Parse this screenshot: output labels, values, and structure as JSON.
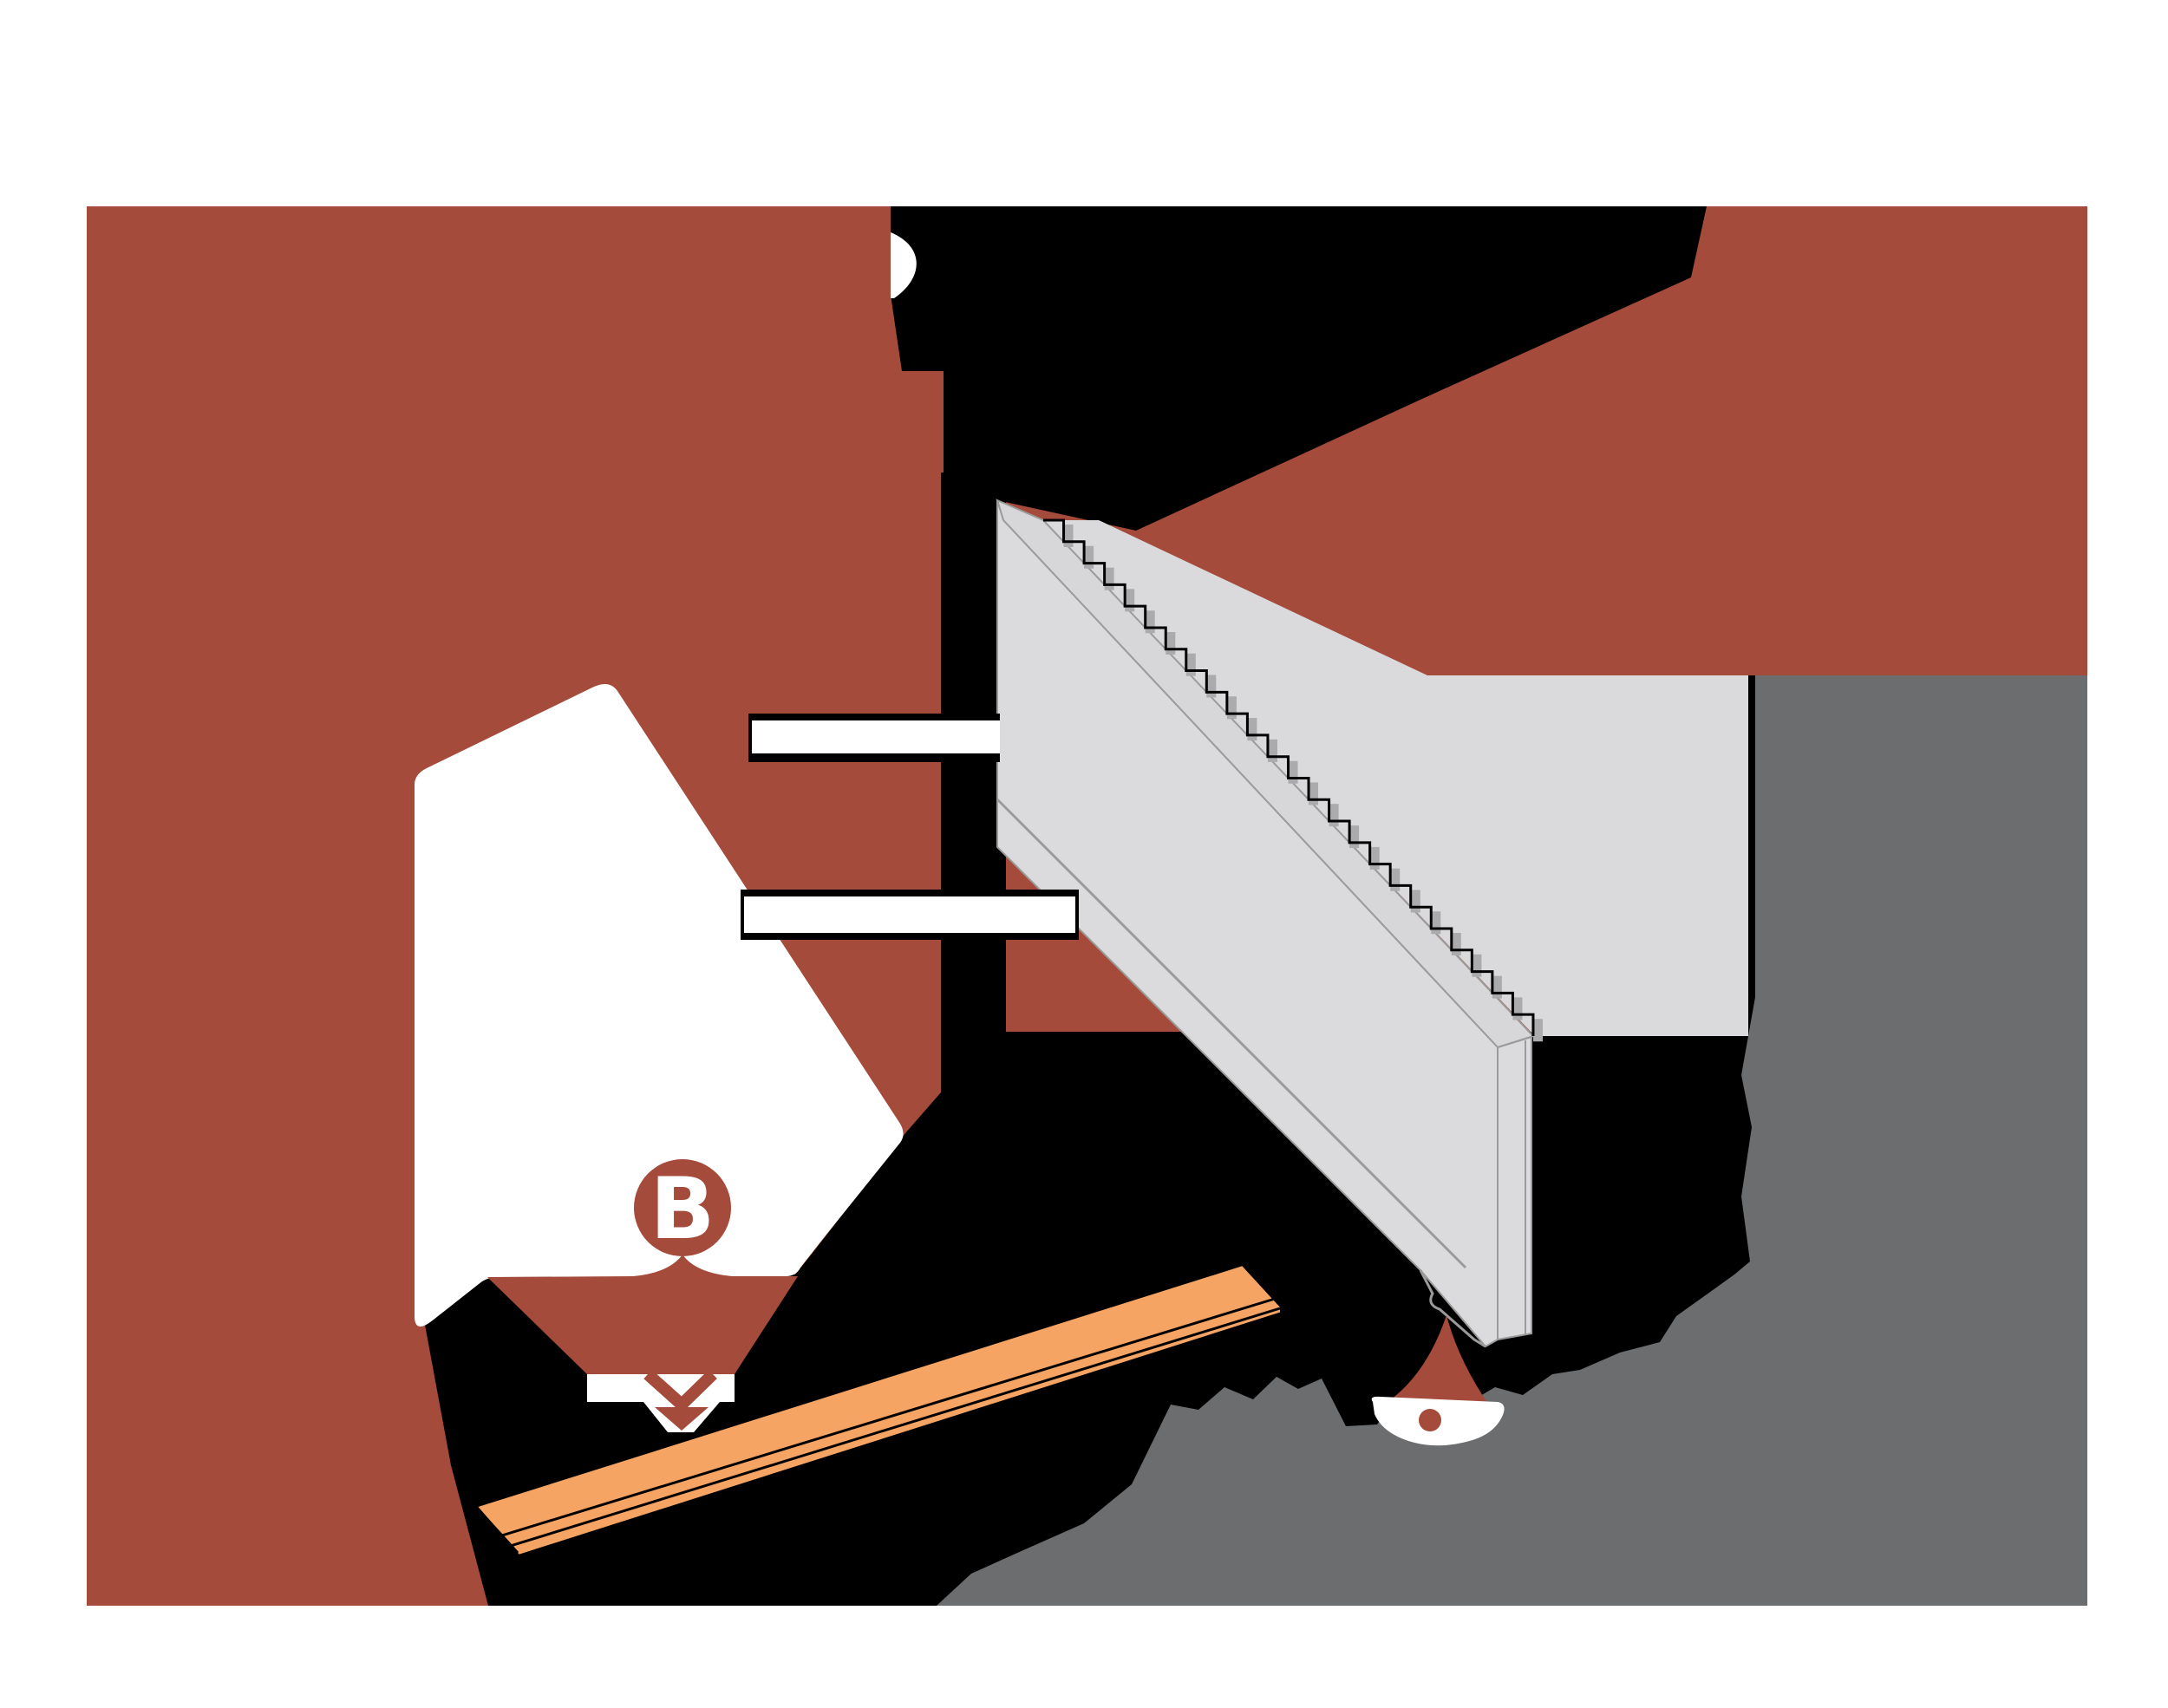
{
  "scene": {
    "type": "technical-illustration",
    "description": "Cutaway installation diagram of a serrated aluminum cleat extrusion with furring strip, against brick-red wall block, shadow, wall panel and torn gray backing",
    "badge_b": {
      "label": "B"
    },
    "marker_a": {
      "label": "",
      "has_dot": true
    },
    "serration": {
      "steps": 24
    },
    "colors": {
      "white": "#ffffff",
      "brick_red": "#A54B3B",
      "black": "#000000",
      "object_light": "#DBDBDD",
      "object_top": "#D7D7D9",
      "panel_gray": "#DADADC",
      "tooth_gray": "#ABABAD",
      "line_gray": "#9B9B9B",
      "torn_gray": "#6C6D6F",
      "strip_orange": "#F5A464"
    }
  }
}
